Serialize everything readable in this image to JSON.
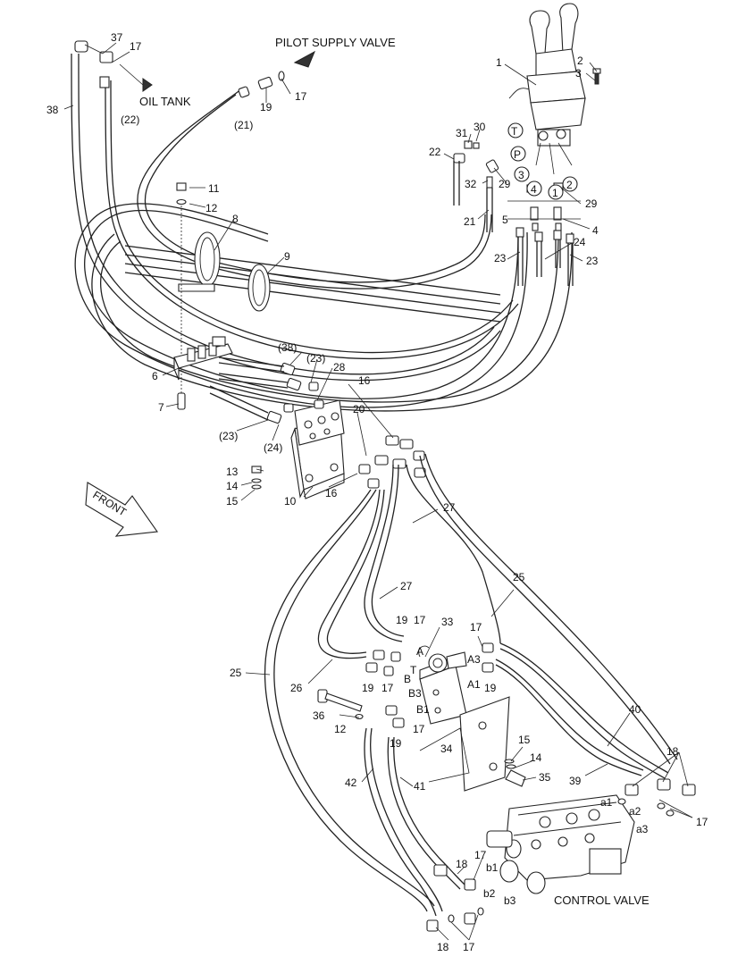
{
  "captions": {
    "pilot_supply_valve": "PILOT SUPPLY VALVE",
    "oil_tank": "OIL TANK",
    "control_valve": "CONTROL VALVE",
    "front": "FRONT"
  },
  "circled": {
    "T": "T",
    "P": "P",
    "c1": "1",
    "c2": "2",
    "c3": "3",
    "c4": "4"
  },
  "callouts": {
    "n1": "1",
    "n2": "2",
    "n3": "3",
    "n4": "4",
    "n5": "5",
    "n6": "6",
    "n7": "7",
    "n8": "8",
    "n9": "9",
    "n10": "10",
    "n11": "11",
    "n12": "12",
    "n12b": "12",
    "n13": "13",
    "n14": "14",
    "n14b": "14",
    "n15": "15",
    "n15b": "15",
    "n16a": "16",
    "n16b": "16",
    "n17_tank": "17",
    "n17_pilot": "17",
    "n17_a": "17",
    "n17_b": "17",
    "n17_c": "17",
    "n17_d": "17",
    "n17_e": "17",
    "n17_f": "17",
    "n17_g": "17",
    "n18a": "18",
    "n18b": "18",
    "n18c": "18",
    "n19a": "19",
    "n19b": "19",
    "n19c": "19",
    "n19d": "19",
    "n20": "20",
    "n21": "21",
    "n21p": "(21)",
    "n22": "22",
    "n22p": "(22)",
    "n23a": "23",
    "n23b": "23",
    "n23p_a": "(23)",
    "n23p_b": "(23)",
    "n24": "24",
    "n24p": "(24)",
    "n25a": "25",
    "n25b": "25",
    "n26": "26",
    "n27a": "27",
    "n27b": "27",
    "n28": "28",
    "n29a": "29",
    "n29b": "29",
    "n30": "30",
    "n31": "31",
    "n32": "32",
    "n33": "33",
    "n34": "34",
    "n35": "35",
    "n36": "36",
    "n37": "37",
    "n38": "38",
    "n38p": "(38)",
    "n39": "39",
    "n40": "40",
    "n41": "41",
    "n42": "42"
  },
  "ports": {
    "A": "A",
    "A1": "A1",
    "A3": "A3",
    "B": "B",
    "B1": "B1",
    "B3": "B3",
    "T": "T",
    "a1": "a1",
    "a2": "a2",
    "a3": "a3",
    "b1": "b1",
    "b2": "b2",
    "b3": "b3"
  }
}
